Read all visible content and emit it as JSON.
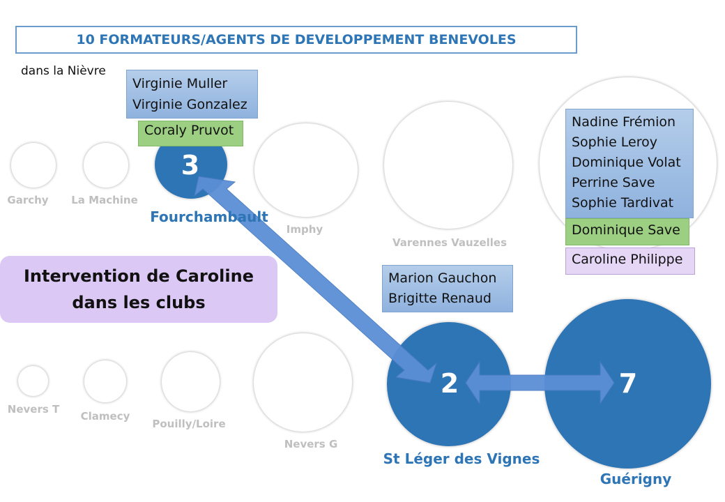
{
  "header": {
    "title": "10  FORMATEURS/AGENTS DE DEVELOPPEMENT BENEVOLES",
    "subtitle": "dans la Nièvre"
  },
  "clubs": {
    "garchy": "Garchy",
    "la_machine": "La Machine",
    "fourchambault": "Fourchambault",
    "imphy": "Imphy",
    "varennes_vauzelles": "Varennes  Vauzelles",
    "nevers_t": "Nevers T",
    "clamecy": "Clamecy",
    "pouilly_loire": "Pouilly/Loire",
    "nevers_g": "Nevers G",
    "st_leger": "St Léger des Vignes",
    "guerigny": "Guérigny"
  },
  "counts": {
    "fourchambault": "3",
    "st_leger": "2",
    "guerigny": "7"
  },
  "people": {
    "fourchambault_blue": [
      "Virginie Muller",
      "Virginie Gonzalez"
    ],
    "fourchambault_green": "Coraly Pruvot",
    "guerigny_blue": [
      "Nadine Frémion",
      "Sophie Leroy",
      "Dominique Volat",
      "Perrine Save",
      "Sophie Tardivat"
    ],
    "guerigny_green": "Dominique Save",
    "guerigny_purple": "Caroline Philippe",
    "st_leger_blue": [
      "Marion Gauchon",
      "Brigitte Renaud"
    ]
  },
  "intervention": {
    "line1": "Intervention de Caroline",
    "line2": "dans les clubs"
  },
  "colors": {
    "accent": "#2e75b6",
    "arrow": "#5b8fd6",
    "inactive_label": "#bfbfbf",
    "green": "#9ccf82",
    "purple": "#e5d6f5"
  }
}
